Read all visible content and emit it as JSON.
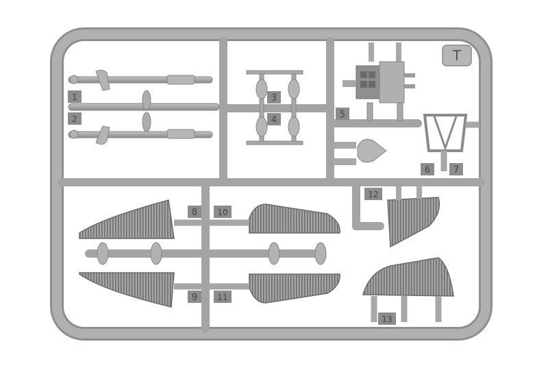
{
  "sprue": {
    "letter": "T",
    "colors": {
      "plastic": "#a9a9a9",
      "plastic_light": "#c4c4c4",
      "plastic_dark": "#7d7d7d",
      "tag": "#8c8c8c",
      "tag_text": "#4a4a4a"
    }
  },
  "part_numbers": {
    "p1": "1",
    "p2": "2",
    "p3": "3",
    "p4": "4",
    "p5": "5",
    "p6": "6",
    "p7": "7",
    "p8": "8",
    "p9": "9",
    "p10": "10",
    "p11": "11",
    "p12": "12",
    "p13": "13"
  }
}
